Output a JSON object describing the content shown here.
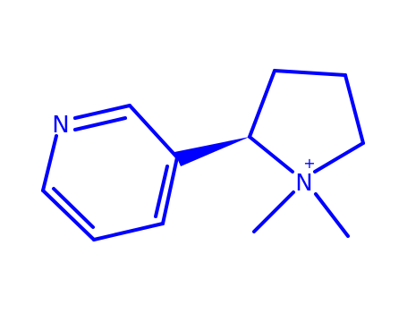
{
  "molecule": {
    "color": "#0000ff",
    "background": "#ffffff",
    "atoms": [
      {
        "id": "n-pyridine",
        "label": "N"
      },
      {
        "id": "n-pyrrolidinium",
        "label": "N",
        "charge": "+"
      }
    ],
    "bonds": [
      {
        "id": "pyridine-n1-c2",
        "order": 2
      },
      {
        "id": "pyridine-c2-c3",
        "order": 1
      },
      {
        "id": "pyridine-c3-c4",
        "order": 2
      },
      {
        "id": "pyridine-c4-c5",
        "order": 1
      },
      {
        "id": "pyridine-c5-c6",
        "order": 2
      },
      {
        "id": "pyridine-c6-n1",
        "order": 1
      },
      {
        "id": "ring-link-wedge",
        "order": 1,
        "stereo": "wedge"
      },
      {
        "id": "pyrrolidine-c2-c3",
        "order": 1
      },
      {
        "id": "pyrrolidine-c3-c4",
        "order": 1
      },
      {
        "id": "pyrrolidine-c4-c5",
        "order": 1
      },
      {
        "id": "pyrrolidine-c5-n1",
        "order": 1
      },
      {
        "id": "pyrrolidine-n1-c2",
        "order": 1
      },
      {
        "id": "n-methyl-1",
        "order": 1
      },
      {
        "id": "n-methyl-2",
        "order": 1
      }
    ]
  }
}
